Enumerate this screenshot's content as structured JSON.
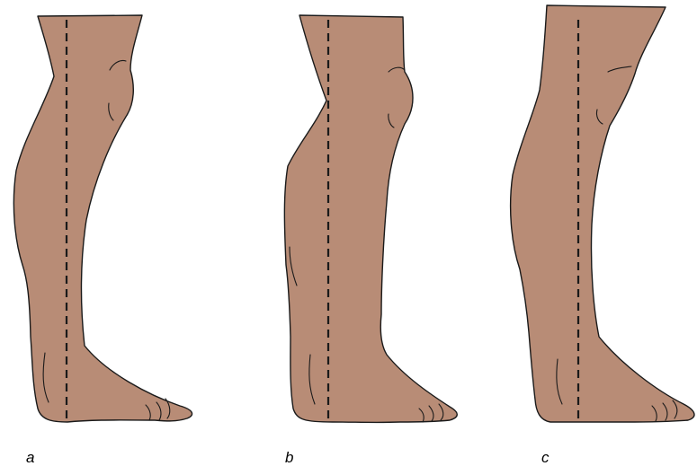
{
  "colors": {
    "skin": "#b88c76",
    "outline": "#1a1a1a",
    "background": "#ffffff"
  },
  "panels": [
    {
      "label": "a"
    },
    {
      "label": "b"
    },
    {
      "label": "c"
    }
  ]
}
